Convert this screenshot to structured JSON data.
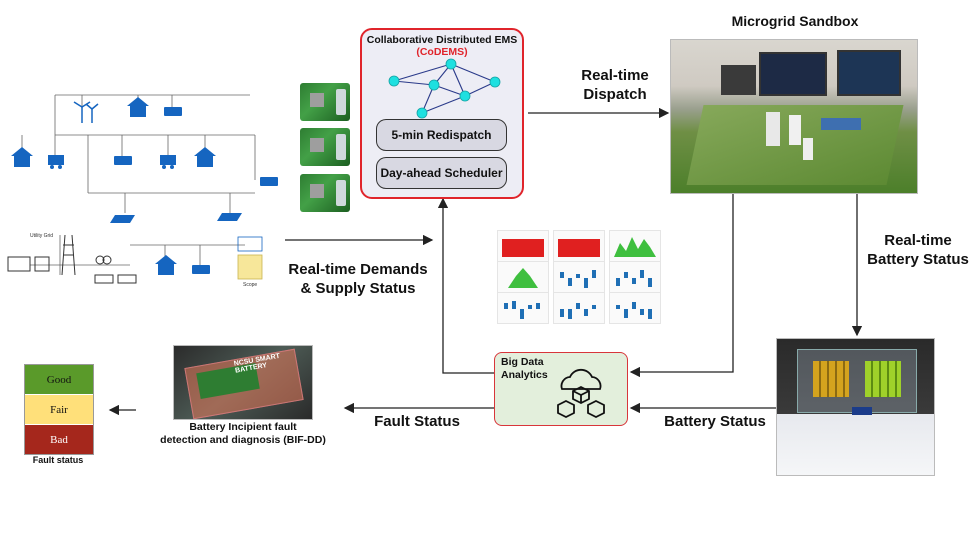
{
  "ems": {
    "title": "Collaborative Distributed EMS",
    "acronym": "(CoDEMS)",
    "redispatch": "5-min Redispatch",
    "scheduler": "Day-ahead Scheduler"
  },
  "sandbox": {
    "title": "Microgrid Sandbox"
  },
  "labels": {
    "dispatch_1": "Real-time",
    "dispatch_2": "Dispatch",
    "demands_1": "Real-time Demands",
    "demands_2": "& Supply Status",
    "battery_rt_1": "Real-time",
    "battery_rt_2": "Battery Status",
    "battery_status": "Battery Status",
    "fault_status": "Fault Status"
  },
  "analytics": {
    "title_1": "Big Data",
    "title_2": "Analytics"
  },
  "bif": {
    "line_1": "Battery Incipient fault",
    "line_2": "detection and diagnosis (BIF-DD)",
    "device_text": "NCSU SMART BATTERY"
  },
  "fault_levels": {
    "good": "Good",
    "fair": "Fair",
    "bad": "Bad",
    "caption": "Fault status",
    "colors": {
      "good": "#5a9a2a",
      "fair": "#ffe07a",
      "bad": "#a5271c"
    }
  },
  "grid": {
    "utility_grid": "Utility Grid",
    "scope": "Scope"
  },
  "accent": {
    "ems_border": "#e0242b",
    "node": "#1ee0e0",
    "analytics_border": "#d8353a",
    "analytics_fill": "#e3efdc"
  }
}
